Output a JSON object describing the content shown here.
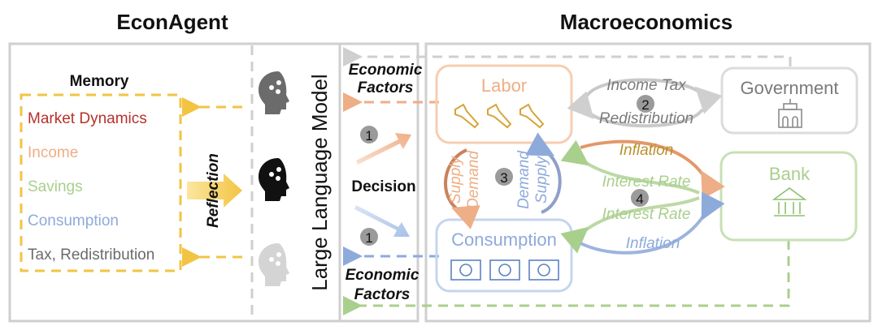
{
  "left_section": {
    "title": "EconAgent",
    "memory": {
      "title": "Memory",
      "items": [
        {
          "label": "Market Dynamics",
          "color": "#b8312b"
        },
        {
          "label": "Income",
          "color": "#eeae86"
        },
        {
          "label": "Savings",
          "color": "#a9cf8c"
        },
        {
          "label": "Consumption",
          "color": "#8eaadb"
        },
        {
          "label": "Tax, Redistribution",
          "color": "#6b6b6b"
        }
      ],
      "border_color": "#f2c443"
    },
    "reflection_label": "Reflection",
    "llm_label": "Large Language Model",
    "decision_label": "Decision",
    "step_one": "1"
  },
  "right_section": {
    "title": "Macroeconomics",
    "labor": {
      "label": "Labor",
      "color": "#eeae86",
      "icon": "wrench-icon"
    },
    "consumption": {
      "label": "Consumption",
      "color": "#8eaadb",
      "icon": "money-icon"
    },
    "government": {
      "label": "Government",
      "color": "#7a7a7a",
      "icon": "government-building-icon"
    },
    "bank": {
      "label": "Bank",
      "color": "#a9cf8c",
      "icon": "bank-icon"
    },
    "step2": {
      "number": "2",
      "top": "Income Tax",
      "bottom": "Redistribution"
    },
    "step3": {
      "number": "3",
      "left_a": "Supply",
      "left_b": "Demand",
      "right_a": "Demand",
      "right_b": "Supply"
    },
    "step4": {
      "number": "4",
      "inflation_top": "Inflation",
      "interest_top": "Interest Rate",
      "interest_bottom": "Interest Rate",
      "inflation_bottom": "Inflation"
    }
  },
  "connectors": {
    "economic_factors_top": [
      "Economic",
      "Factors"
    ],
    "economic_factors_bottom": [
      "Economic",
      "Factors"
    ]
  }
}
